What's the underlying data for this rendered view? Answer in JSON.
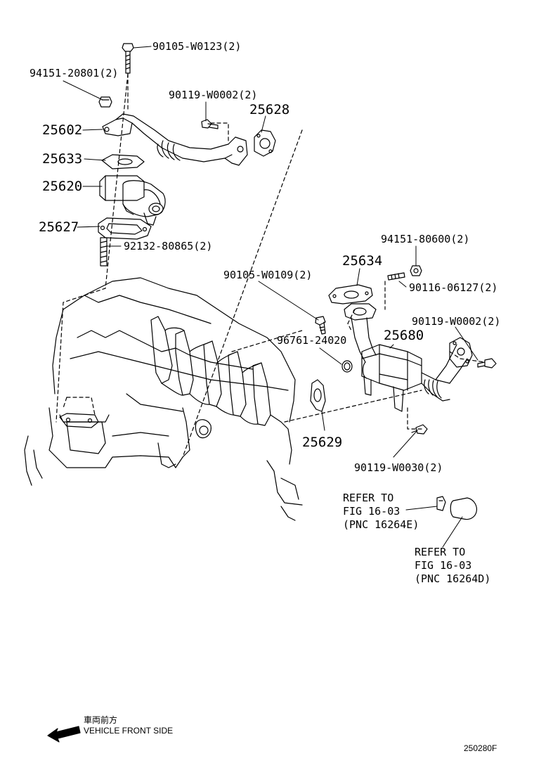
{
  "parts": [
    {
      "id": "p1",
      "label": "90105-W0123(2)"
    },
    {
      "id": "p2",
      "label": "94151-20801(2)"
    },
    {
      "id": "p3",
      "label": "90119-W0002(2)"
    },
    {
      "id": "p4",
      "label": "25628"
    },
    {
      "id": "p5",
      "label": "25602"
    },
    {
      "id": "p6",
      "label": "25633"
    },
    {
      "id": "p7",
      "label": "25620"
    },
    {
      "id": "p8",
      "label": "25627"
    },
    {
      "id": "p9",
      "label": "92132-80865(2)"
    },
    {
      "id": "p10",
      "label": "94151-80600(2)"
    },
    {
      "id": "p11",
      "label": "25634"
    },
    {
      "id": "p12",
      "label": "90105-W0109(2)"
    },
    {
      "id": "p13",
      "label": "90116-06127(2)"
    },
    {
      "id": "p14",
      "label": "90119-W0002(2)"
    },
    {
      "id": "p15",
      "label": "96761-24020"
    },
    {
      "id": "p16",
      "label": "25680"
    },
    {
      "id": "p17",
      "label": "25629"
    },
    {
      "id": "p18",
      "label": "90119-W0030(2)"
    }
  ],
  "refs": [
    {
      "id": "r1",
      "lines": [
        "REFER TO",
        "FIG 16-03",
        "(PNC 16264E)"
      ]
    },
    {
      "id": "r2",
      "lines": [
        "REFER TO",
        "FIG 16-03",
        "(PNC 16264D)"
      ]
    }
  ],
  "legend": {
    "jp": "車両前方",
    "en": "VEHICLE FRONT SIDE"
  },
  "diagram_code": "250280F",
  "colors": {
    "ink": "#000000",
    "paper": "#ffffff"
  }
}
